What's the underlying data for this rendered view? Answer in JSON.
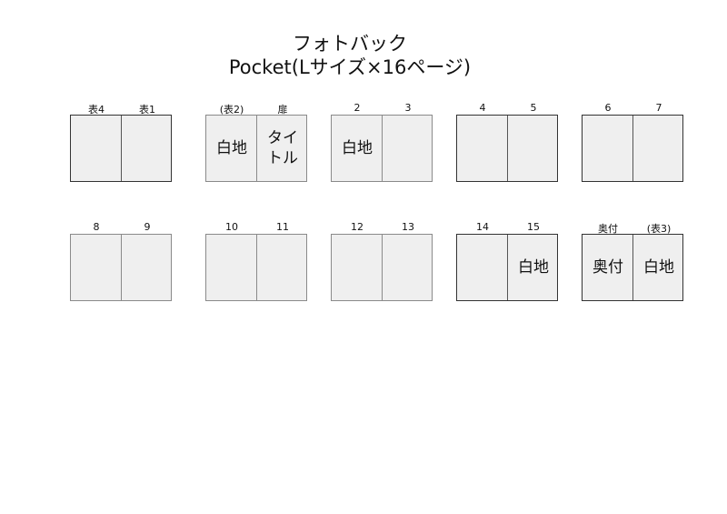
{
  "title": "フォトバック",
  "subtitle": "Pocket(Lサイズ×16ページ)",
  "spreads": [
    {
      "left_label": "表4",
      "right_label": "表1",
      "left_text": "",
      "right_text": "",
      "dark": true
    },
    {
      "left_label": "(表2)",
      "right_label": "扉",
      "left_text": "白地",
      "right_text": "タイ\nトル",
      "dark": false
    },
    {
      "left_label": "2",
      "right_label": "3",
      "left_text": "白地",
      "right_text": "",
      "dark": false
    },
    {
      "left_label": "4",
      "right_label": "5",
      "left_text": "",
      "right_text": "",
      "dark": true
    },
    {
      "left_label": "6",
      "right_label": "7",
      "left_text": "",
      "right_text": "",
      "dark": true
    },
    {
      "left_label": "8",
      "right_label": "9",
      "left_text": "",
      "right_text": "",
      "dark": false
    },
    {
      "left_label": "10",
      "right_label": "11",
      "left_text": "",
      "right_text": "",
      "dark": false
    },
    {
      "left_label": "12",
      "right_label": "13",
      "left_text": "",
      "right_text": "",
      "dark": false
    },
    {
      "left_label": "14",
      "right_label": "15",
      "left_text": "",
      "right_text": "白地",
      "dark": true
    },
    {
      "left_label": "奥付",
      "right_label": "(表3)",
      "left_text": "奥付",
      "right_text": "白地",
      "dark": true
    }
  ]
}
